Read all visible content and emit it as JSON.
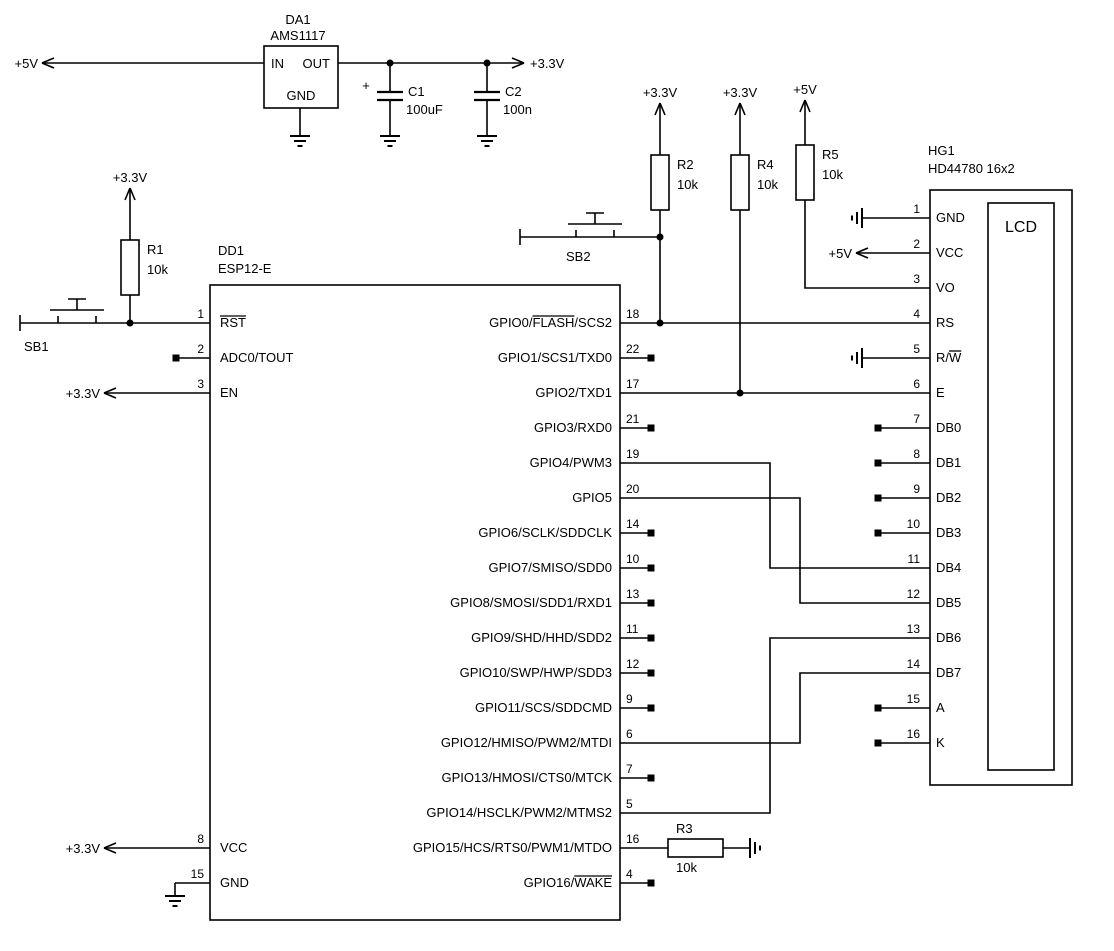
{
  "schematic": {
    "colors": {
      "line": "#000000",
      "background": "#ffffff"
    },
    "rails": {
      "v33": "+3.3V",
      "v5": "+5V"
    },
    "power": {
      "regulator": {
        "ref": "DA1",
        "part": "AMS1117",
        "pin_in": "IN",
        "pin_out": "OUT",
        "pin_gnd": "GND"
      },
      "c1": {
        "ref": "C1",
        "value": "100uF",
        "polarity_mark": "+"
      },
      "c2": {
        "ref": "C2",
        "value": "100n"
      }
    },
    "resistors": {
      "r1": {
        "ref": "R1",
        "value": "10k"
      },
      "r2": {
        "ref": "R2",
        "value": "10k"
      },
      "r3": {
        "ref": "R3",
        "value": "10k"
      },
      "r4": {
        "ref": "R4",
        "value": "10k"
      },
      "r5": {
        "ref": "R5",
        "value": "10k"
      }
    },
    "buttons": {
      "sb1": {
        "ref": "SB1"
      },
      "sb2": {
        "ref": "SB2"
      }
    },
    "mcu": {
      "ref": "DD1",
      "part": "ESP12-E",
      "left_pins": [
        {
          "num": "1",
          "parts": [
            {
              "t": "RST",
              "over": true
            }
          ]
        },
        {
          "num": "2",
          "parts": [
            {
              "t": "ADC0/TOUT"
            }
          ],
          "nc": true
        },
        {
          "num": "3",
          "parts": [
            {
              "t": "EN"
            }
          ]
        },
        {
          "num": "8",
          "parts": [
            {
              "t": "VCC"
            }
          ]
        },
        {
          "num": "15",
          "parts": [
            {
              "t": "GND"
            }
          ]
        }
      ],
      "right_pins": [
        {
          "num": "18",
          "parts": [
            {
              "t": "GPIO0/"
            },
            {
              "t": "FLASH",
              "over": true
            },
            {
              "t": "/SCS2"
            }
          ]
        },
        {
          "num": "22",
          "parts": [
            {
              "t": "GPIO1/SCS1/TXD0"
            }
          ],
          "nc": true
        },
        {
          "num": "17",
          "parts": [
            {
              "t": "GPIO2/TXD1"
            }
          ]
        },
        {
          "num": "21",
          "parts": [
            {
              "t": "GPIO3/RXD0"
            }
          ],
          "nc": true
        },
        {
          "num": "19",
          "parts": [
            {
              "t": "GPIO4/PWM3"
            }
          ]
        },
        {
          "num": "20",
          "parts": [
            {
              "t": "GPIO5"
            }
          ]
        },
        {
          "num": "14",
          "parts": [
            {
              "t": "GPIO6/SCLK/SDDCLK"
            }
          ],
          "nc": true
        },
        {
          "num": "10",
          "parts": [
            {
              "t": "GPIO7/SMISO/SDD0"
            }
          ],
          "nc": true
        },
        {
          "num": "13",
          "parts": [
            {
              "t": "GPIO8/SMOSI/SDD1/RXD1"
            }
          ],
          "nc": true
        },
        {
          "num": "11",
          "parts": [
            {
              "t": "GPIO9/SHD/HHD/SDD2"
            }
          ],
          "nc": true
        },
        {
          "num": "12",
          "parts": [
            {
              "t": "GPIO10/SWP/HWP/SDD3"
            }
          ],
          "nc": true
        },
        {
          "num": "9",
          "parts": [
            {
              "t": "GPIO11/SCS/SDDCMD"
            }
          ],
          "nc": true
        },
        {
          "num": "6",
          "parts": [
            {
              "t": "GPIO12/HMISO/PWM2/MTDI"
            }
          ]
        },
        {
          "num": "7",
          "parts": [
            {
              "t": "GPIO13/HMOSI/CTS0/MTCK"
            }
          ],
          "nc": true
        },
        {
          "num": "5",
          "parts": [
            {
              "t": "GPIO14/HSCLK/PWM2/MTMS2"
            }
          ]
        },
        {
          "num": "16",
          "parts": [
            {
              "t": "GPIO15/HCS/RTS0/PWM1/MTDO"
            }
          ]
        },
        {
          "num": "4",
          "parts": [
            {
              "t": "GPIO16/"
            },
            {
              "t": "WAKE",
              "over": true
            }
          ],
          "nc": true
        }
      ]
    },
    "lcd": {
      "ref": "HG1",
      "part": "HD44780 16x2",
      "screen_label": "LCD",
      "pins": [
        {
          "num": "1",
          "parts": [
            {
              "t": "GND"
            }
          ]
        },
        {
          "num": "2",
          "parts": [
            {
              "t": "VCC"
            }
          ]
        },
        {
          "num": "3",
          "parts": [
            {
              "t": "VO"
            }
          ]
        },
        {
          "num": "4",
          "parts": [
            {
              "t": "RS"
            }
          ]
        },
        {
          "num": "5",
          "parts": [
            {
              "t": "R/"
            },
            {
              "t": "W",
              "over": true
            }
          ]
        },
        {
          "num": "6",
          "parts": [
            {
              "t": "E"
            }
          ]
        },
        {
          "num": "7",
          "parts": [
            {
              "t": "DB0"
            }
          ],
          "nc": true
        },
        {
          "num": "8",
          "parts": [
            {
              "t": "DB1"
            }
          ],
          "nc": true
        },
        {
          "num": "9",
          "parts": [
            {
              "t": "DB2"
            }
          ],
          "nc": true
        },
        {
          "num": "10",
          "parts": [
            {
              "t": "DB3"
            }
          ],
          "nc": true
        },
        {
          "num": "11",
          "parts": [
            {
              "t": "DB4"
            }
          ]
        },
        {
          "num": "12",
          "parts": [
            {
              "t": "DB5"
            }
          ]
        },
        {
          "num": "13",
          "parts": [
            {
              "t": "DB6"
            }
          ]
        },
        {
          "num": "14",
          "parts": [
            {
              "t": "DB7"
            }
          ]
        },
        {
          "num": "15",
          "parts": [
            {
              "t": "A"
            }
          ],
          "nc": true
        },
        {
          "num": "16",
          "parts": [
            {
              "t": "K"
            }
          ],
          "nc": true
        }
      ]
    },
    "nets": [
      "GPIO0-RS",
      "GPIO2-E",
      "GPIO4-DB4",
      "GPIO5-DB5",
      "GPIO12-DB7",
      "GPIO14-DB6",
      "GPIO15-R3-GND",
      "R5-VO"
    ]
  }
}
